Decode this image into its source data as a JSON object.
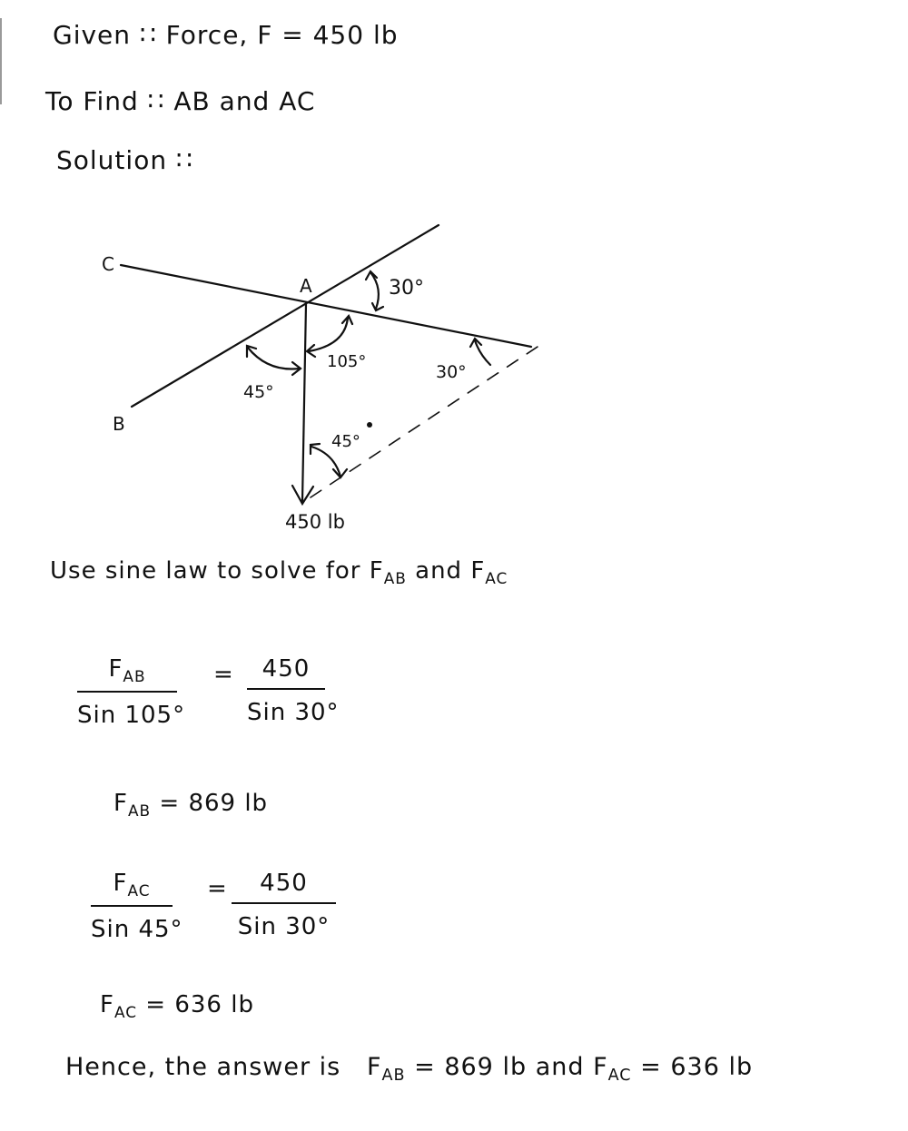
{
  "given": {
    "label": "Given",
    "sep": "∷",
    "text": "Force, F = 450 lb"
  },
  "to_find": {
    "label": "To Find",
    "sep": "∷",
    "text": "AB and AC"
  },
  "solution": {
    "label": "Solution",
    "sep": "∷"
  },
  "diagram": {
    "points": {
      "A": "A",
      "B": "B",
      "C": "C"
    },
    "angles": {
      "top_right": "30°",
      "center_right": "105°",
      "center_left": "45°",
      "far_right": "30°",
      "lower": "45°"
    },
    "force_label": "450 lb"
  },
  "method": {
    "text": "Use sine law to solve for",
    "f1": "F",
    "f1_sub": "AB",
    "conj": "and",
    "f2": "F",
    "f2_sub": "AC"
  },
  "equation1": {
    "num_F": "F",
    "num_sub": "AB",
    "den_left": "Sin 105°",
    "equals": "=",
    "num_right": "450",
    "den_right": "Sin 30°"
  },
  "result1": {
    "F": "F",
    "sub": "AB",
    "rhs": "= 869 lb"
  },
  "equation2": {
    "num_F": "F",
    "num_sub": "AC",
    "den_left": "Sin 45°",
    "equals": "=",
    "num_right": "450",
    "den_right": "Sin 30°"
  },
  "result2": {
    "F": "F",
    "sub": "AC",
    "rhs": "= 636 lb"
  },
  "conclusion": {
    "text": "Hence, the answer is",
    "F1": "F",
    "F1_sub": "AB",
    "v1": "= 869 lb",
    "conj": "and",
    "F2": "F",
    "F2_sub": "AC",
    "v2": "= 636 lb"
  }
}
